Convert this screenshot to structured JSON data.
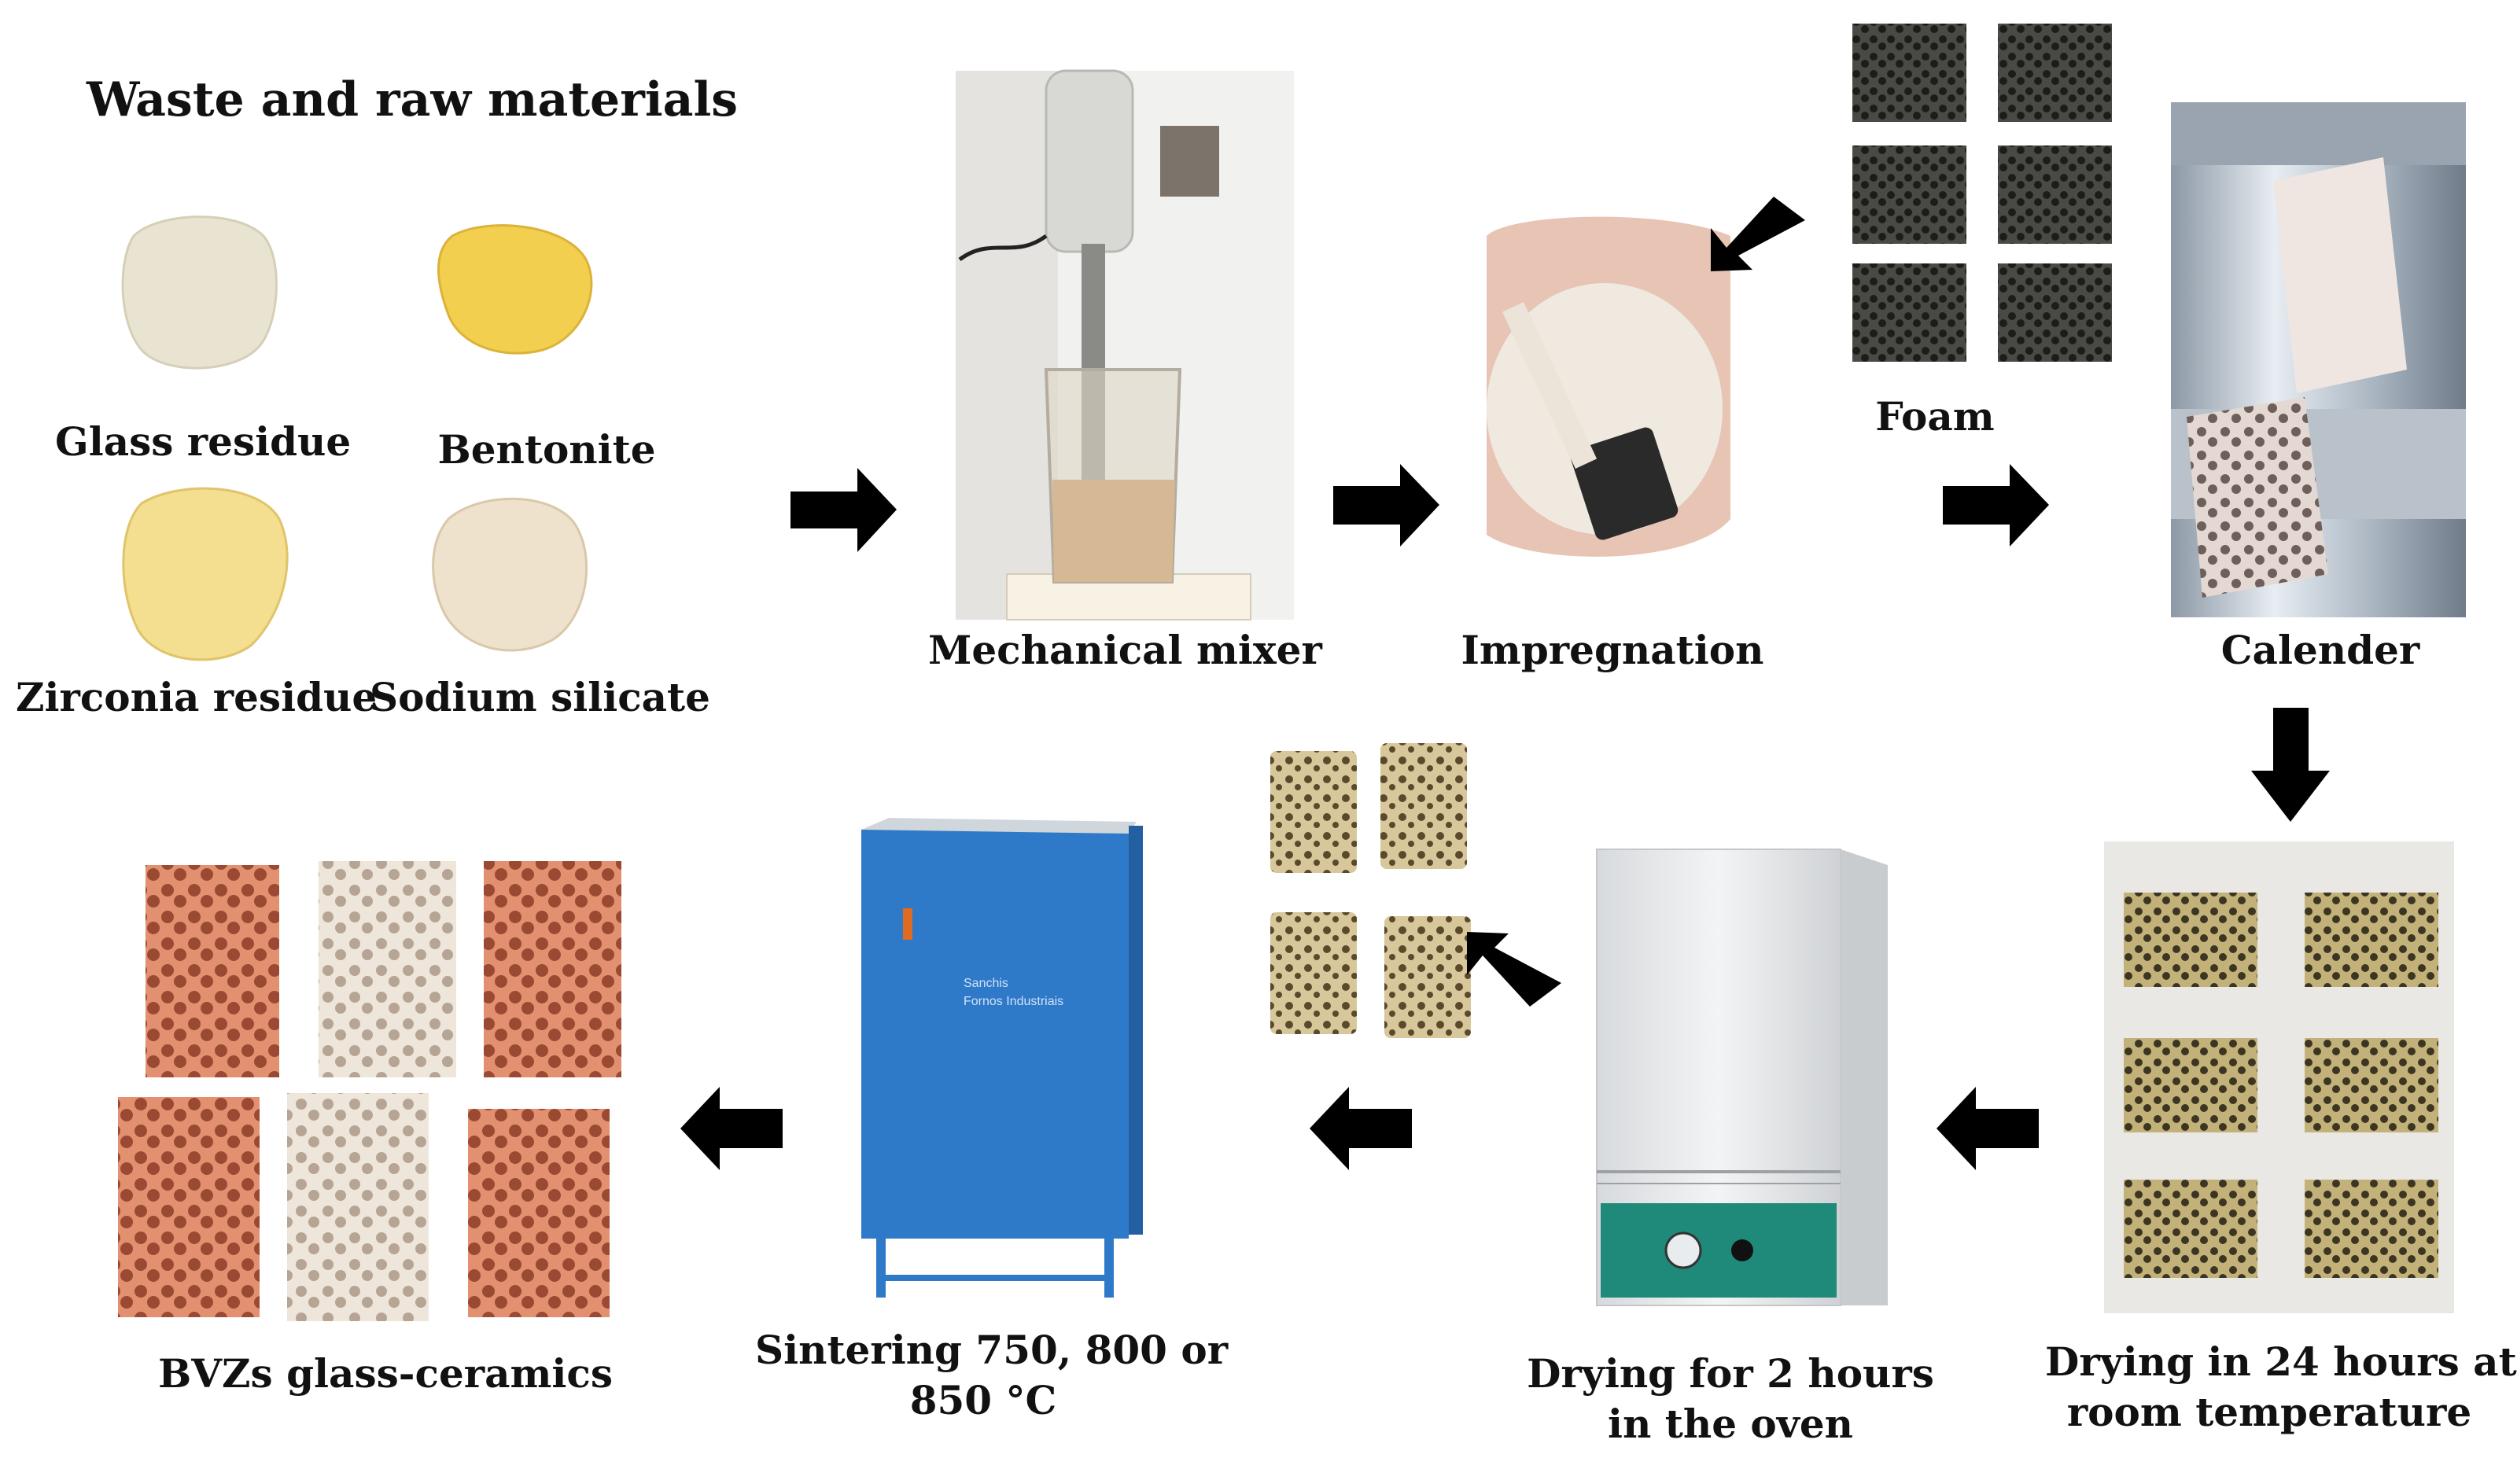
{
  "materials": {
    "title": "Waste and raw materials",
    "glass": "Glass residue",
    "bentonite": "Bentonite",
    "zirconia": "Zirconia residue",
    "silicate": "Sodium silicate"
  },
  "steps": {
    "mixer": "Mechanical mixer",
    "impregnation": "Impregnation",
    "foam": "Foam",
    "calender": "Calender",
    "drying24_line1": "Drying in 24 hours at",
    "drying24_line2": "room temperature",
    "oven_line1": "Drying for 2 hours",
    "oven_line2": "in the oven",
    "sinter_line1": "Sintering 750, 800 or",
    "sinter_line2": "850 °C",
    "result": "BVZs glass-ceramics"
  },
  "furnace_label": {
    "line1": "Sanchis",
    "line2": "Fornos Industriais"
  },
  "colors": {
    "glass_powder": "#e9e4d2",
    "bentonite_powder": "#f2cf4e",
    "zirconia_powder": "#f3df8f",
    "silicate_powder": "#efe2cc",
    "foam": "#3a3a36",
    "dried_foam": "#b6a66e",
    "coated_foam": "#cdb98a",
    "furnace_blue": "#2f79c9",
    "oven_white": "#eceef0",
    "oven_panel": "#1f8a7a",
    "ceramic_copper": "#d98363",
    "ceramic_white": "#e7ddd2",
    "arrow": "#000000"
  }
}
